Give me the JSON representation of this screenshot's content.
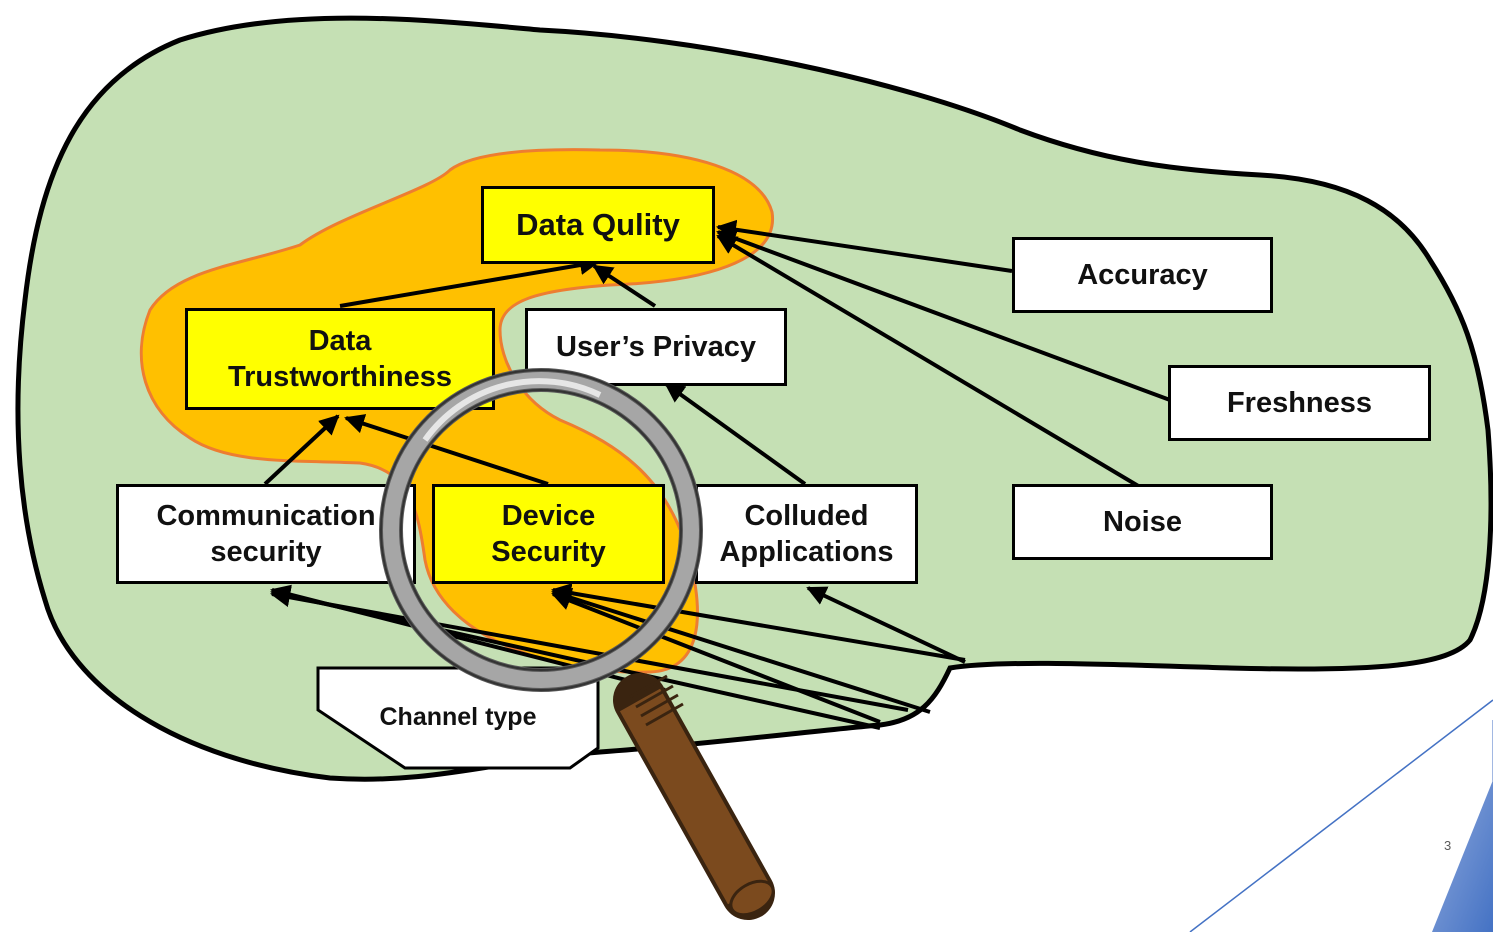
{
  "nodes": {
    "data_quality": "Data Qulity",
    "data_trustworthiness": "Data\nTrustworthiness",
    "users_privacy": "User’s Privacy",
    "accuracy": "Accuracy",
    "freshness": "Freshness",
    "noise": "Noise",
    "communication_security": "Communication\nsecurity",
    "device_security": "Device\nSecurity",
    "colluded_applications": "Colluded\nApplications",
    "channel_type": "Channel type"
  },
  "slide_number": "3",
  "colors": {
    "cloud_fill": "#c5e0b4",
    "highlight_region": "#ffc000",
    "highlight_border": "#ed7d31",
    "highlighted_box": "#ffff00",
    "magnifier_handle": "#7b4a1e",
    "accent_line": "#4472c4"
  }
}
